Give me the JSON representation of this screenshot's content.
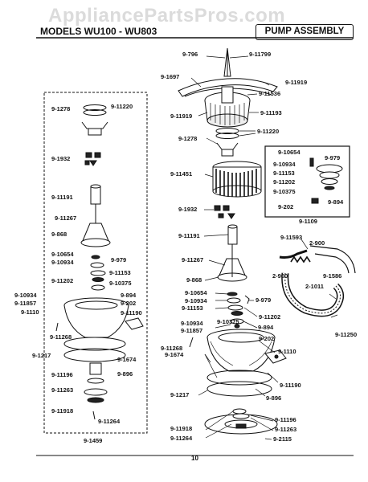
{
  "header": {
    "watermark": "AppliancePartsPros.com",
    "models": "MODELS WU100 - WU803",
    "title": "PUMP ASSEMBLY"
  },
  "page_number": "10",
  "left_box_caption": "9-1459",
  "right_box_caption": "9-1109",
  "labels": [
    {
      "id": "l01",
      "text": "9-796"
    },
    {
      "id": "l02",
      "text": "9-11799"
    },
    {
      "id": "l03",
      "text": "9-1697"
    },
    {
      "id": "l04",
      "text": "9-11919"
    },
    {
      "id": "l05",
      "text": "9-11536"
    },
    {
      "id": "l06",
      "text": "9-11193"
    },
    {
      "id": "l07",
      "text": "9-11919"
    },
    {
      "id": "l08",
      "text": "9-11220"
    },
    {
      "id": "l09",
      "text": "9-1278"
    },
    {
      "id": "l10",
      "text": "9-10654"
    },
    {
      "id": "l11",
      "text": "9-979"
    },
    {
      "id": "l12",
      "text": "9-10934"
    },
    {
      "id": "l13",
      "text": "9-11153"
    },
    {
      "id": "l14",
      "text": "9-11202"
    },
    {
      "id": "l15",
      "text": "9-10375"
    },
    {
      "id": "l16",
      "text": "9-202"
    },
    {
      "id": "l17",
      "text": "9-894"
    },
    {
      "id": "l18",
      "text": "9-11451"
    },
    {
      "id": "l19",
      "text": "9-1932"
    },
    {
      "id": "l20",
      "text": "9-11191"
    },
    {
      "id": "l21",
      "text": "9-11593"
    },
    {
      "id": "l22",
      "text": "2-900"
    },
    {
      "id": "l23",
      "text": "9-11267"
    },
    {
      "id": "l24",
      "text": "2-900"
    },
    {
      "id": "l25",
      "text": "9-1586"
    },
    {
      "id": "l26",
      "text": "9-868"
    },
    {
      "id": "l27",
      "text": "2-1011"
    },
    {
      "id": "l28",
      "text": "9-10654"
    },
    {
      "id": "l29",
      "text": "9-10934"
    },
    {
      "id": "l30",
      "text": "9-979"
    },
    {
      "id": "l31",
      "text": "9-11153"
    },
    {
      "id": "l32",
      "text": "9-11202"
    },
    {
      "id": "l33",
      "text": "9-10934"
    },
    {
      "id": "l34",
      "text": "9-10375"
    },
    {
      "id": "l35",
      "text": "9-894"
    },
    {
      "id": "l36",
      "text": "9-11857"
    },
    {
      "id": "l37",
      "text": "9-202"
    },
    {
      "id": "l38",
      "text": "9-11250"
    },
    {
      "id": "l39",
      "text": "9-11268"
    },
    {
      "id": "l40",
      "text": "9-1110"
    },
    {
      "id": "l41",
      "text": "9-1674"
    },
    {
      "id": "l42",
      "text": "9-11190"
    },
    {
      "id": "l43",
      "text": "9-1217"
    },
    {
      "id": "l44",
      "text": "9-896"
    },
    {
      "id": "l45",
      "text": "9-11918"
    },
    {
      "id": "l46",
      "text": "9-11196"
    },
    {
      "id": "l47",
      "text": "9-11264"
    },
    {
      "id": "l48",
      "text": "9-11263"
    },
    {
      "id": "l49",
      "text": "9-2115"
    },
    {
      "id": "m01",
      "text": "9-1278"
    },
    {
      "id": "m02",
      "text": "9-11220"
    },
    {
      "id": "m03",
      "text": "9-1932"
    },
    {
      "id": "m04",
      "text": "9-11191"
    },
    {
      "id": "m05",
      "text": "9-11267"
    },
    {
      "id": "m06",
      "text": "9-868"
    },
    {
      "id": "m07",
      "text": "9-10654"
    },
    {
      "id": "m08",
      "text": "9-979"
    },
    {
      "id": "m09",
      "text": "9-10934"
    },
    {
      "id": "m10",
      "text": "9-11153"
    },
    {
      "id": "m11",
      "text": "9-11202"
    },
    {
      "id": "m12",
      "text": "9-10375"
    },
    {
      "id": "m13",
      "text": "9-10934"
    },
    {
      "id": "m14",
      "text": "9-11857"
    },
    {
      "id": "m15",
      "text": "9-202"
    },
    {
      "id": "m16",
      "text": "9-1110"
    },
    {
      "id": "m17",
      "text": "9-894"
    },
    {
      "id": "m18",
      "text": "9-11190"
    },
    {
      "id": "m19",
      "text": "9-11268"
    },
    {
      "id": "m20",
      "text": "9-1674"
    },
    {
      "id": "m21",
      "text": "9-1217"
    },
    {
      "id": "m22",
      "text": "9-11196"
    },
    {
      "id": "m23",
      "text": "9-896"
    },
    {
      "id": "m24",
      "text": "9-11263"
    },
    {
      "id": "m25",
      "text": "9-11918"
    },
    {
      "id": "m26",
      "text": "9-11264"
    }
  ]
}
